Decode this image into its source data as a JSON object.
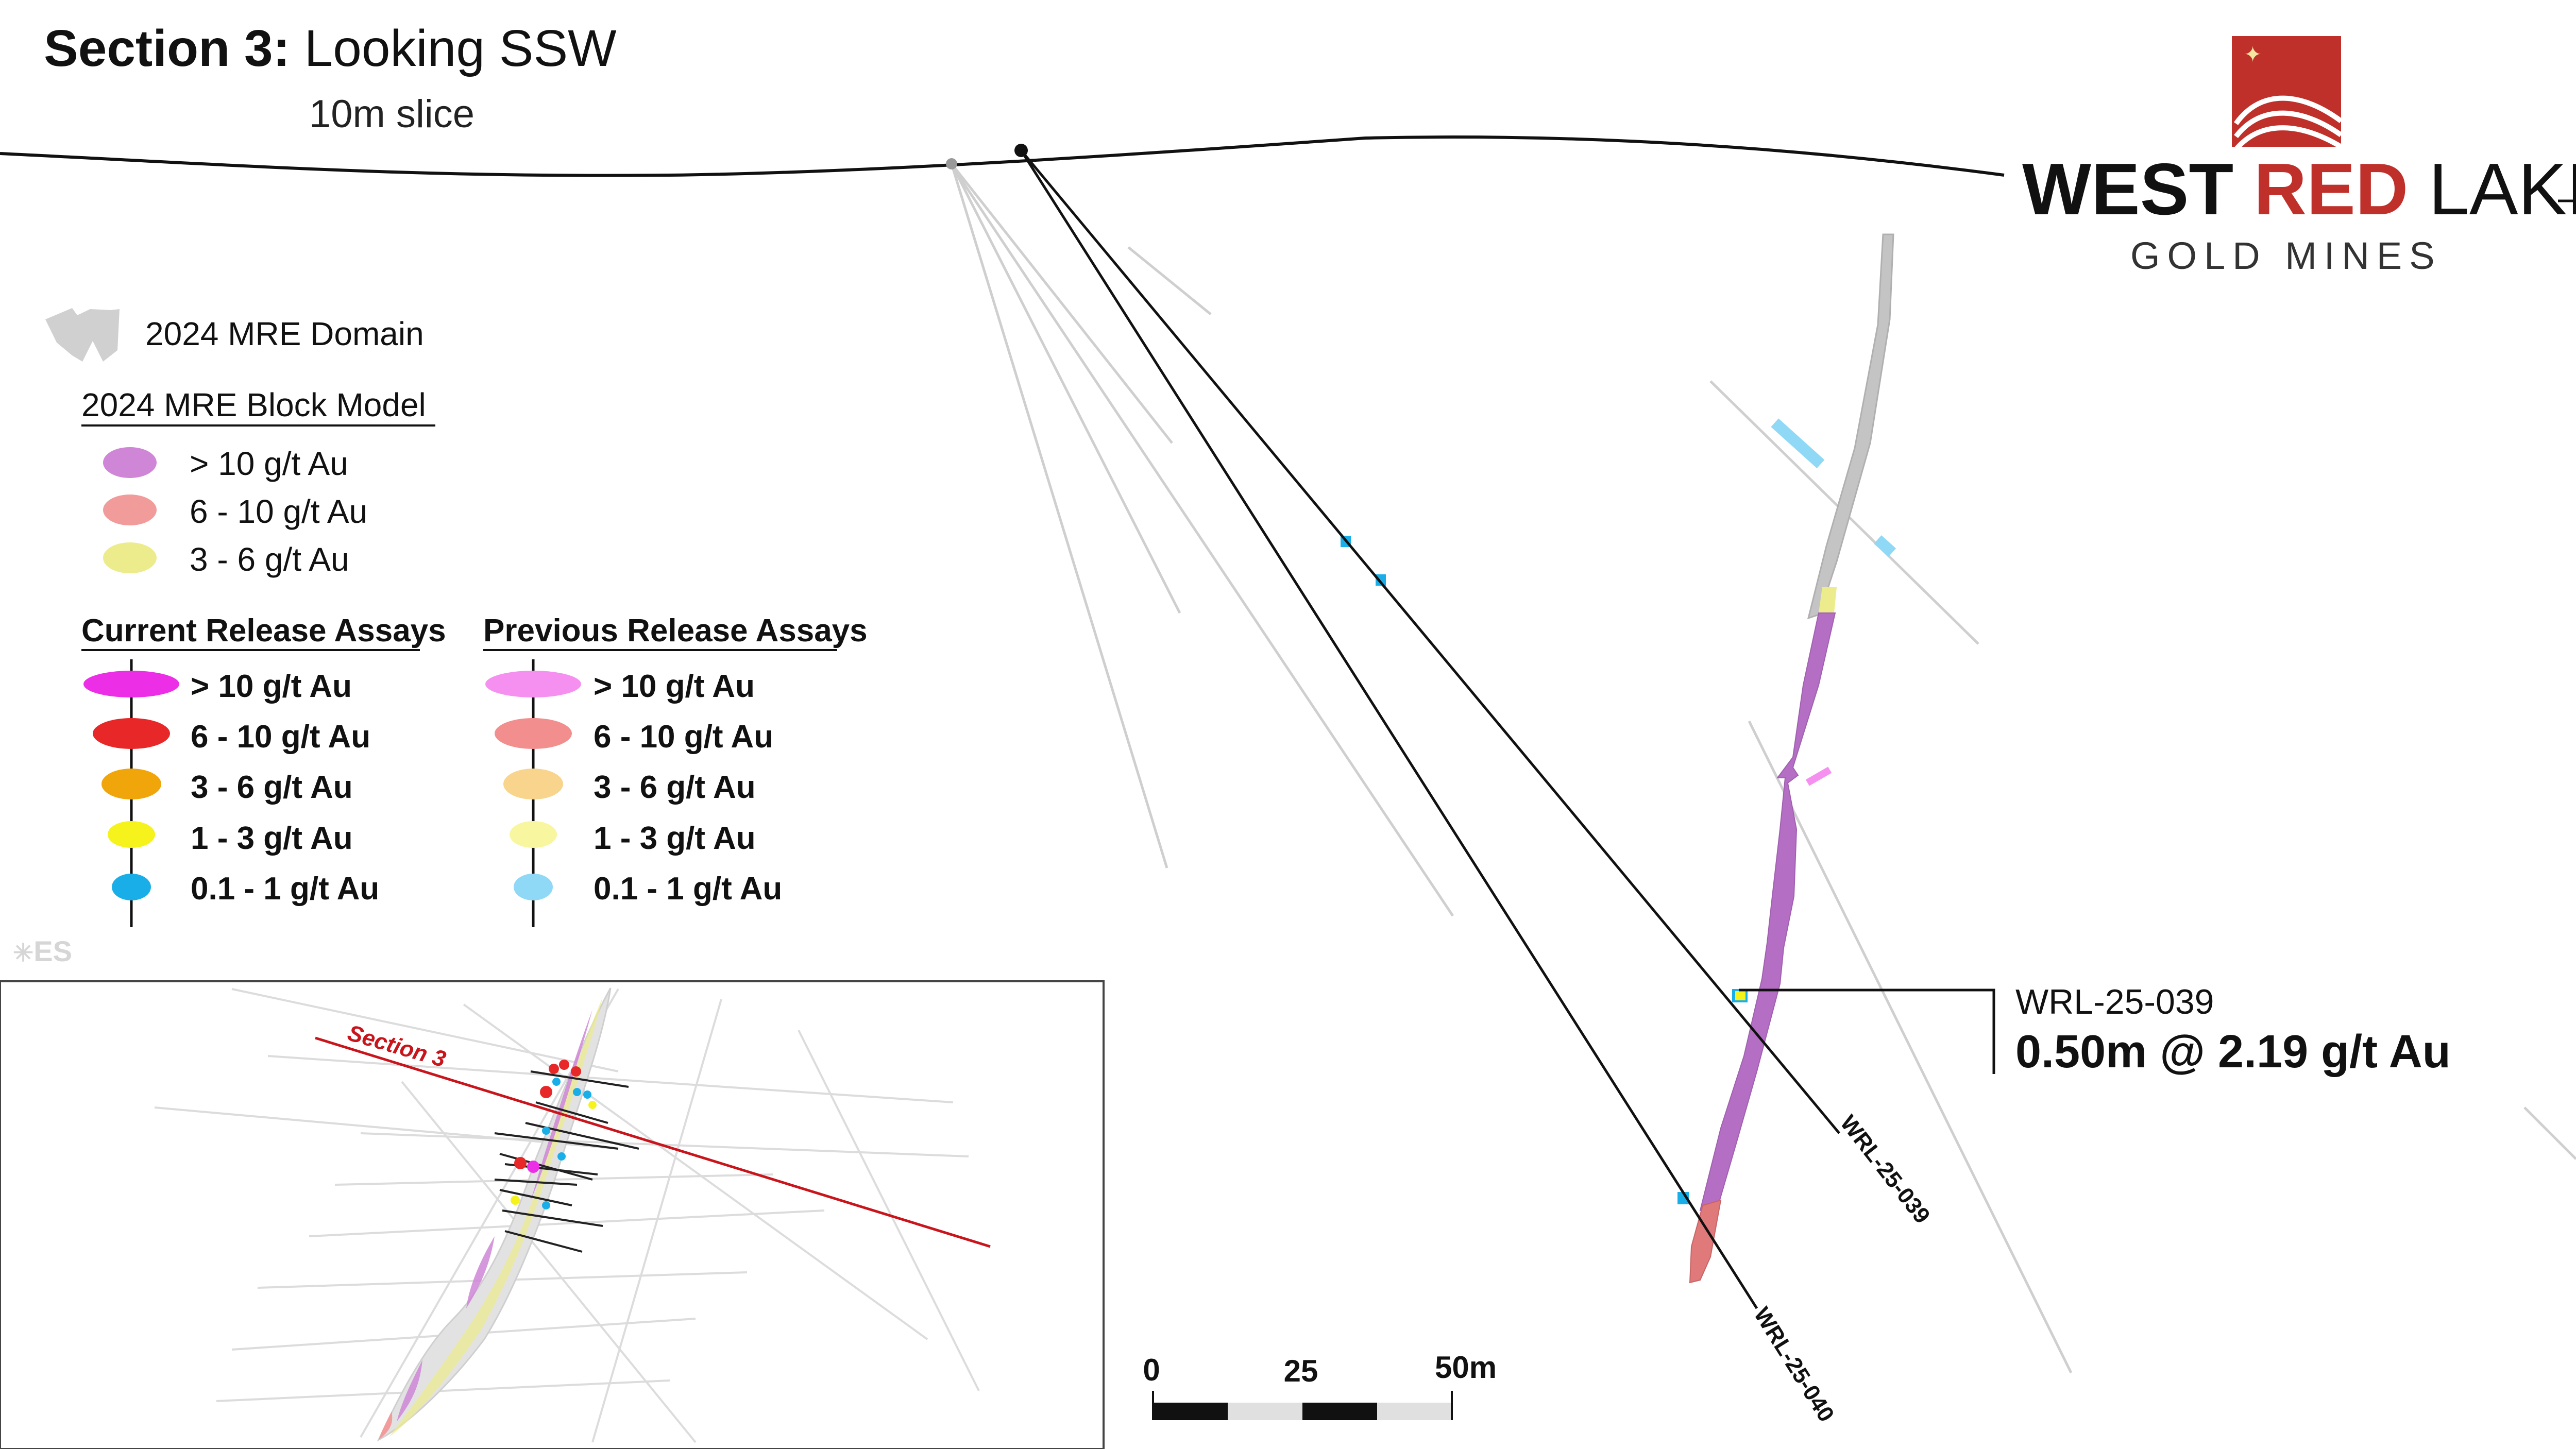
{
  "header": {
    "section_bold": "Section 3:",
    "section_rest": " Looking SSW",
    "slice": "10m slice"
  },
  "logo": {
    "word_west": "WEST ",
    "word_red": "RED",
    "word_lake": " LAKE",
    "subtitle": "GOLD MINES",
    "brand_color": "#c0302b"
  },
  "legend": {
    "domain_label": "2024 MRE Domain",
    "block_model_title": "2024 MRE Block Model",
    "block_model": [
      {
        "label": "> 10 g/t Au",
        "color": "#cf86d6"
      },
      {
        "label": "6 - 10 g/t Au",
        "color": "#f29b9b"
      },
      {
        "label": "3 - 6 g/t Au",
        "color": "#ecec8c"
      }
    ],
    "current_title": "Current Release Assays",
    "previous_title": "Previous Release Assays",
    "assays": [
      {
        "label": "> 10 g/t Au",
        "current": "#ec2ee6",
        "previous": "#f590f0"
      },
      {
        "label": "6 - 10 g/t Au",
        "current": "#e82828",
        "previous": "#f28e8e"
      },
      {
        "label": "3 - 6 g/t Au",
        "current": "#f0a50a",
        "previous": "#f8d48c"
      },
      {
        "label": "1 - 3 g/t Au",
        "current": "#f6f21c",
        "previous": "#f9f6a0"
      },
      {
        "label": "0.1 - 1 g/t Au",
        "current": "#1aaee8",
        "previous": "#8fd9f6"
      }
    ]
  },
  "watermark": "ES",
  "inset": {
    "section_label": "Section 3"
  },
  "holes": {
    "hole_039": "WRL-25-039",
    "hole_040": "WRL-25-040"
  },
  "callout": {
    "hole": "WRL-25-039",
    "result": "0.50m @ 2.19 g/t Au"
  },
  "scale": {
    "label_0": "0",
    "label_25": "25",
    "label_50": "50m"
  }
}
